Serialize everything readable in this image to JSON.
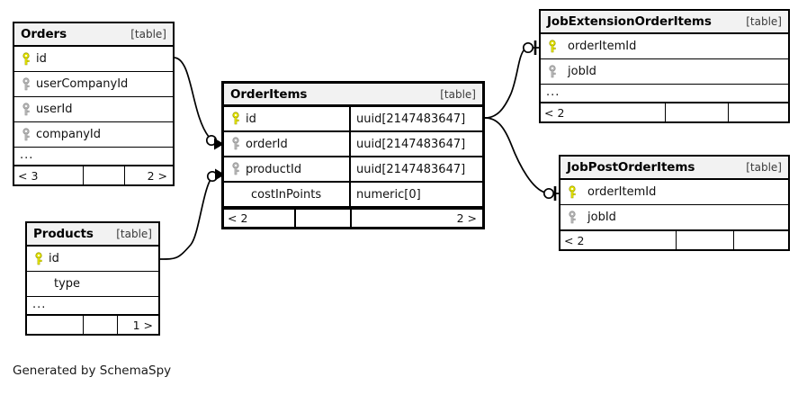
{
  "diagram": {
    "kind": "entity-relationship-diagram",
    "caption": "Generated by SchemaSpy",
    "table_tag": "[table]",
    "ellipsis": "...",
    "colors": {
      "primary_key_icon": "#e8e800",
      "foreign_key_icon": "#b0b0b0",
      "border": "#000000",
      "header_background": "#f2f2f2",
      "page_background": "#ffffff"
    }
  },
  "tables": [
    {
      "id": "orders",
      "name": "Orders",
      "tag": "[table]",
      "focus": false,
      "columns": [
        {
          "name": "id",
          "type": "",
          "key": "primary"
        },
        {
          "name": "userCompanyId",
          "type": "",
          "key": "foreign"
        },
        {
          "name": "userId",
          "type": "",
          "key": "foreign"
        },
        {
          "name": "companyId",
          "type": "",
          "key": "foreign"
        }
      ],
      "has_more_row": true,
      "footer": {
        "left": "< 3",
        "middle": "",
        "right": "2 >"
      }
    },
    {
      "id": "products",
      "name": "Products",
      "tag": "[table]",
      "focus": false,
      "columns": [
        {
          "name": "id",
          "type": "",
          "key": "primary"
        },
        {
          "name": "type",
          "type": "",
          "key": "none"
        }
      ],
      "has_more_row": true,
      "footer": {
        "left": "",
        "middle": "",
        "right": "1 >"
      }
    },
    {
      "id": "orderitems",
      "name": "OrderItems",
      "tag": "[table]",
      "focus": true,
      "columns": [
        {
          "name": "id",
          "type": "uuid[2147483647]",
          "key": "primary"
        },
        {
          "name": "orderId",
          "type": "uuid[2147483647]",
          "key": "foreign"
        },
        {
          "name": "productId",
          "type": "uuid[2147483647]",
          "key": "foreign"
        },
        {
          "name": "costInPoints",
          "type": "numeric[0]",
          "key": "none"
        }
      ],
      "has_more_row": false,
      "footer": {
        "left": "< 2",
        "middle": "",
        "right": "2 >"
      }
    },
    {
      "id": "jobextensionorderitems",
      "name": "JobExtensionOrderItems",
      "tag": "[table]",
      "focus": false,
      "columns": [
        {
          "name": "orderItemId",
          "type": "",
          "key": "primary"
        },
        {
          "name": "jobId",
          "type": "",
          "key": "foreign"
        }
      ],
      "has_more_row": true,
      "footer": {
        "left": "< 2",
        "middle": "",
        "right": ""
      }
    },
    {
      "id": "jobpostorderitems",
      "name": "JobPostOrderItems",
      "tag": "[table]",
      "focus": false,
      "columns": [
        {
          "name": "orderItemId",
          "type": "",
          "key": "primary"
        },
        {
          "name": "jobId",
          "type": "",
          "key": "foreign"
        }
      ],
      "has_more_row": false,
      "footer": {
        "left": "< 2",
        "middle": "",
        "right": ""
      }
    }
  ],
  "relationships": [
    {
      "from": "Orders.id",
      "to": "OrderItems.orderId",
      "from_cardinality": "one",
      "to_cardinality": "zero-or-many"
    },
    {
      "from": "Products.id",
      "to": "OrderItems.productId",
      "from_cardinality": "one",
      "to_cardinality": "zero-or-many"
    },
    {
      "from": "OrderItems.id",
      "to": "JobExtensionOrderItems.orderItemId",
      "from_cardinality": "one",
      "to_cardinality": "zero-or-one"
    },
    {
      "from": "OrderItems.id",
      "to": "JobPostOrderItems.orderItemId",
      "from_cardinality": "one",
      "to_cardinality": "zero-or-one"
    }
  ]
}
